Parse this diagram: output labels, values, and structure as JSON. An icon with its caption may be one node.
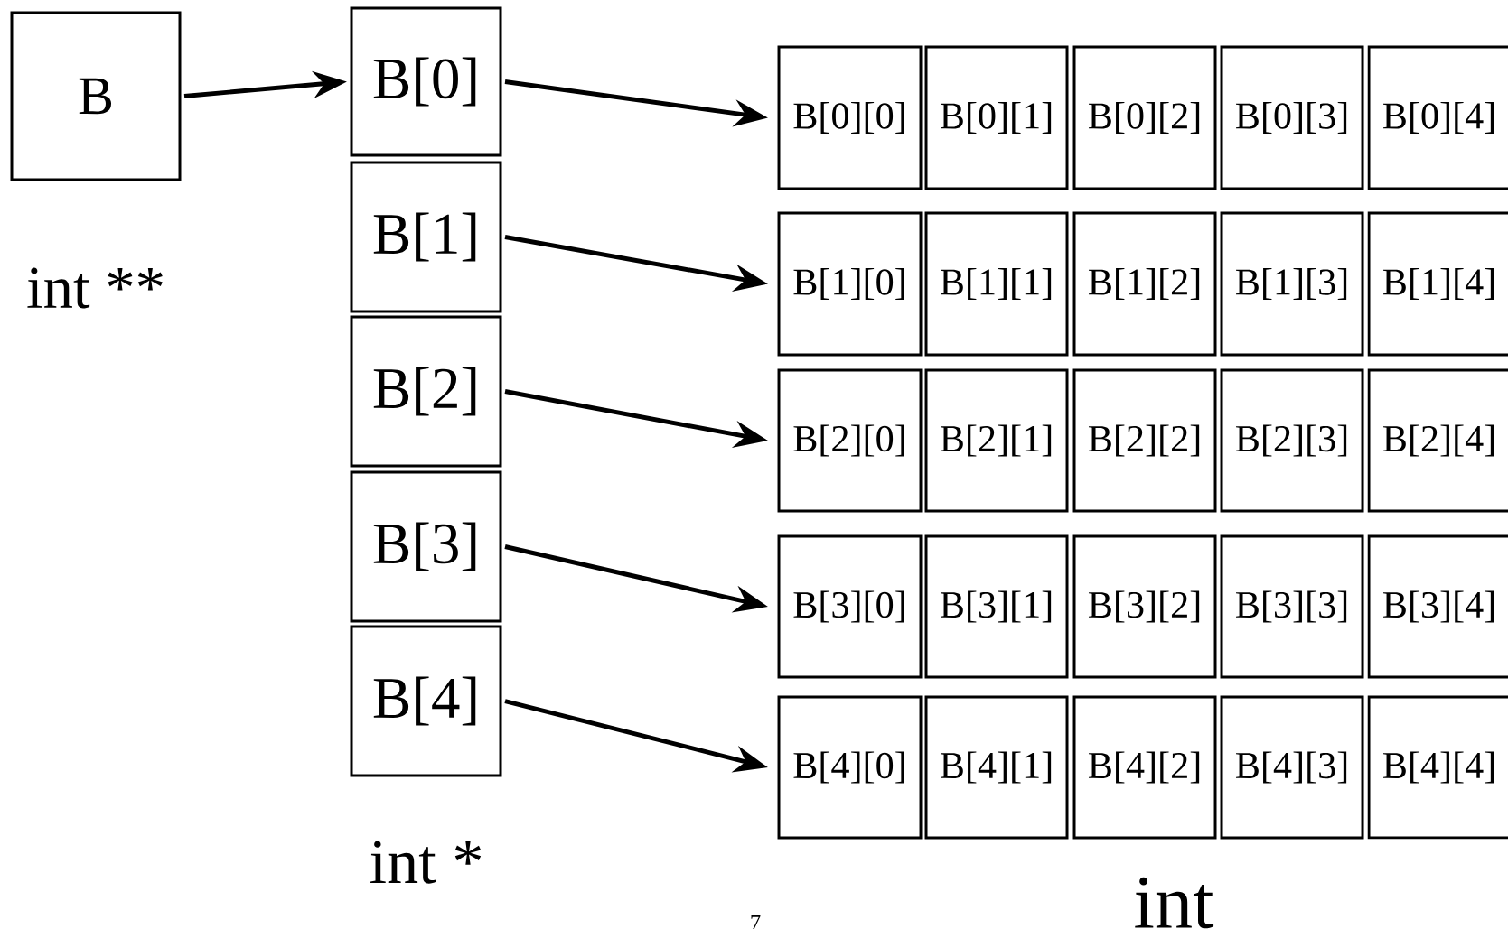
{
  "diagram": {
    "nodes": [
      {
        "text": [
          "B"
        ]
      },
      {
        "text": [
          "B[0]"
        ]
      },
      {
        "text": [
          "B[1]"
        ]
      },
      {
        "text": [
          "B[2]"
        ]
      },
      {
        "text": [
          "B[3]"
        ]
      },
      {
        "text": [
          "B[4]"
        ]
      },
      {
        "text": [
          "B[0][0]"
        ]
      },
      {
        "text": [
          "B[0][1]"
        ]
      },
      {
        "text": [
          "B[0][2]"
        ]
      },
      {
        "text": [
          "B[0][3]"
        ]
      },
      {
        "text": [
          "B[0][4]"
        ]
      },
      {
        "text": [
          "B[1][0]"
        ]
      },
      {
        "text": [
          "B[1][1]"
        ]
      },
      {
        "text": [
          "B[1][2]"
        ]
      },
      {
        "text": [
          "B[1][3]"
        ]
      },
      {
        "text": [
          "B[1][4]"
        ]
      },
      {
        "text": [
          "B[2][0]"
        ]
      },
      {
        "text": [
          "B[2][1]"
        ]
      },
      {
        "text": [
          "B[2][2]"
        ]
      },
      {
        "text": [
          "B[2][3]"
        ]
      },
      {
        "text": [
          "B[2][4]"
        ]
      },
      {
        "text": [
          "B[3][0]"
        ]
      },
      {
        "text": [
          "B[3][1]"
        ]
      },
      {
        "text": [
          "B[3][2]"
        ]
      },
      {
        "text": [
          "B[3][3]"
        ]
      },
      {
        "text": [
          "B[3][4]"
        ]
      },
      {
        "text": [
          "B[4][0]"
        ]
      },
      {
        "text": [
          "B[4][1]"
        ]
      },
      {
        "text": [
          "B[4][2]"
        ]
      },
      {
        "text": [
          "B[4][3]"
        ]
      },
      {
        "text": [
          "B[4][4]"
        ]
      }
    ],
    "edges": [
      {
        "from": 0,
        "to": 1,
        "arrow": "to"
      },
      {
        "from": 1,
        "to": 6,
        "arrow": "to"
      },
      {
        "from": 2,
        "to": 11,
        "arrow": "to"
      },
      {
        "from": 3,
        "to": 16,
        "arrow": "to"
      },
      {
        "from": 4,
        "to": 21,
        "arrow": "to"
      },
      {
        "from": 5,
        "to": 26,
        "arrow": "to"
      }
    ],
    "labels": [
      "int **",
      "int *",
      "int",
      "7"
    ]
  }
}
